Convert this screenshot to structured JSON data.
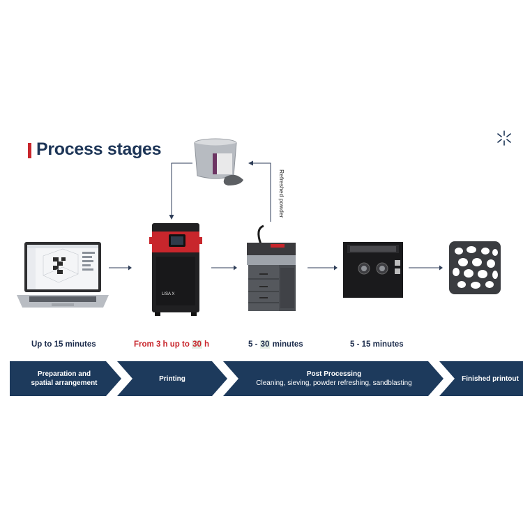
{
  "title": "Process stages",
  "feedback_label": "Refreshed powder",
  "times": {
    "prep": "Up to 15 minutes",
    "printing": {
      "prefix": "From 3 h up to ",
      "highlight": "30",
      "suffix": " h"
    },
    "post": {
      "prefix": "5 - ",
      "highlight": "30",
      "suffix": " minutes"
    },
    "sandblast": "5 - 15 minutes"
  },
  "stages": [
    {
      "label_line1": "Preparation and",
      "label_line2": "spatial arrangement"
    },
    {
      "label": "Printing"
    },
    {
      "label": "Post Processing",
      "sub": "Cleaning, sieving, powder refreshing, sandblasting"
    },
    {
      "label": "Finished printout"
    }
  ],
  "printer_brand": "LISA X",
  "colors": {
    "navy": "#1d3a5c",
    "red": "#c8262c",
    "highlight": "#e4eee4"
  },
  "icons": [
    "laptop-icon",
    "printer-icon",
    "powder-bucket-icon",
    "post-processing-station-icon",
    "sandblaster-icon",
    "lattice-part-icon",
    "brand-logo-icon"
  ]
}
